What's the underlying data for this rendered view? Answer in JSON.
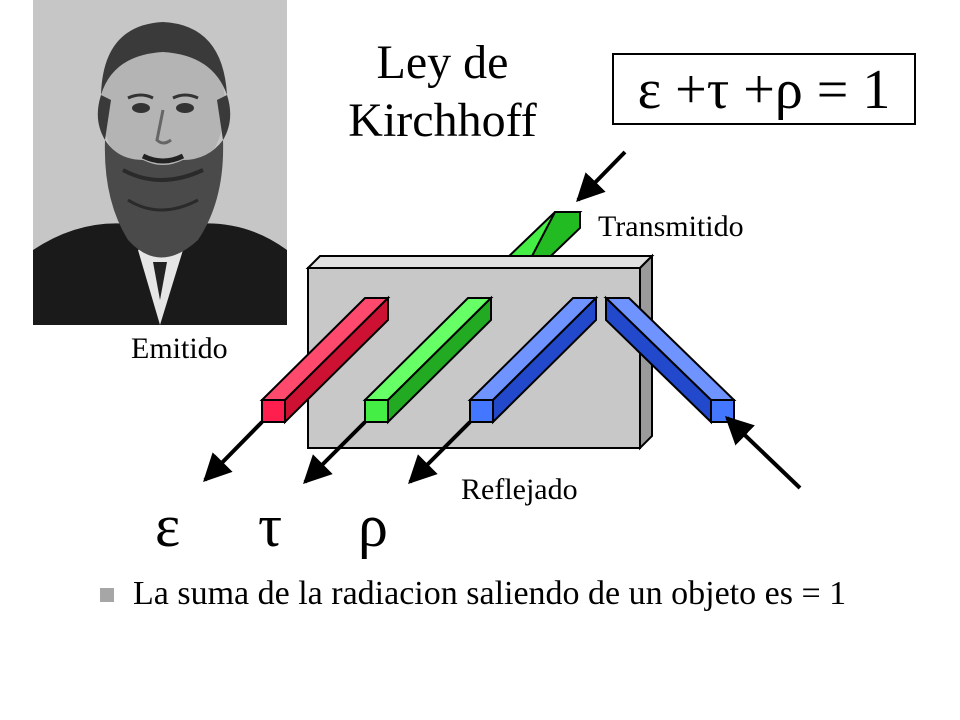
{
  "title": {
    "line1": "Ley de",
    "line2": "Kirchhoff"
  },
  "formula": "ε +τ +ρ = 1",
  "labels": {
    "emitido": "Emitido",
    "transmitido": "Transmitido",
    "reflejado": "Reflejado"
  },
  "symbols": {
    "epsilon": "ε",
    "tau": "τ",
    "rho": "ρ"
  },
  "bullet": {
    "text": "La suma de la radiacion saliendo de un objeto es = 1"
  },
  "colors": {
    "emitted": "#ff1f4f",
    "transmitted": "#44ee44",
    "reflected": "#4477ff",
    "plate": "#c8c8c8"
  }
}
